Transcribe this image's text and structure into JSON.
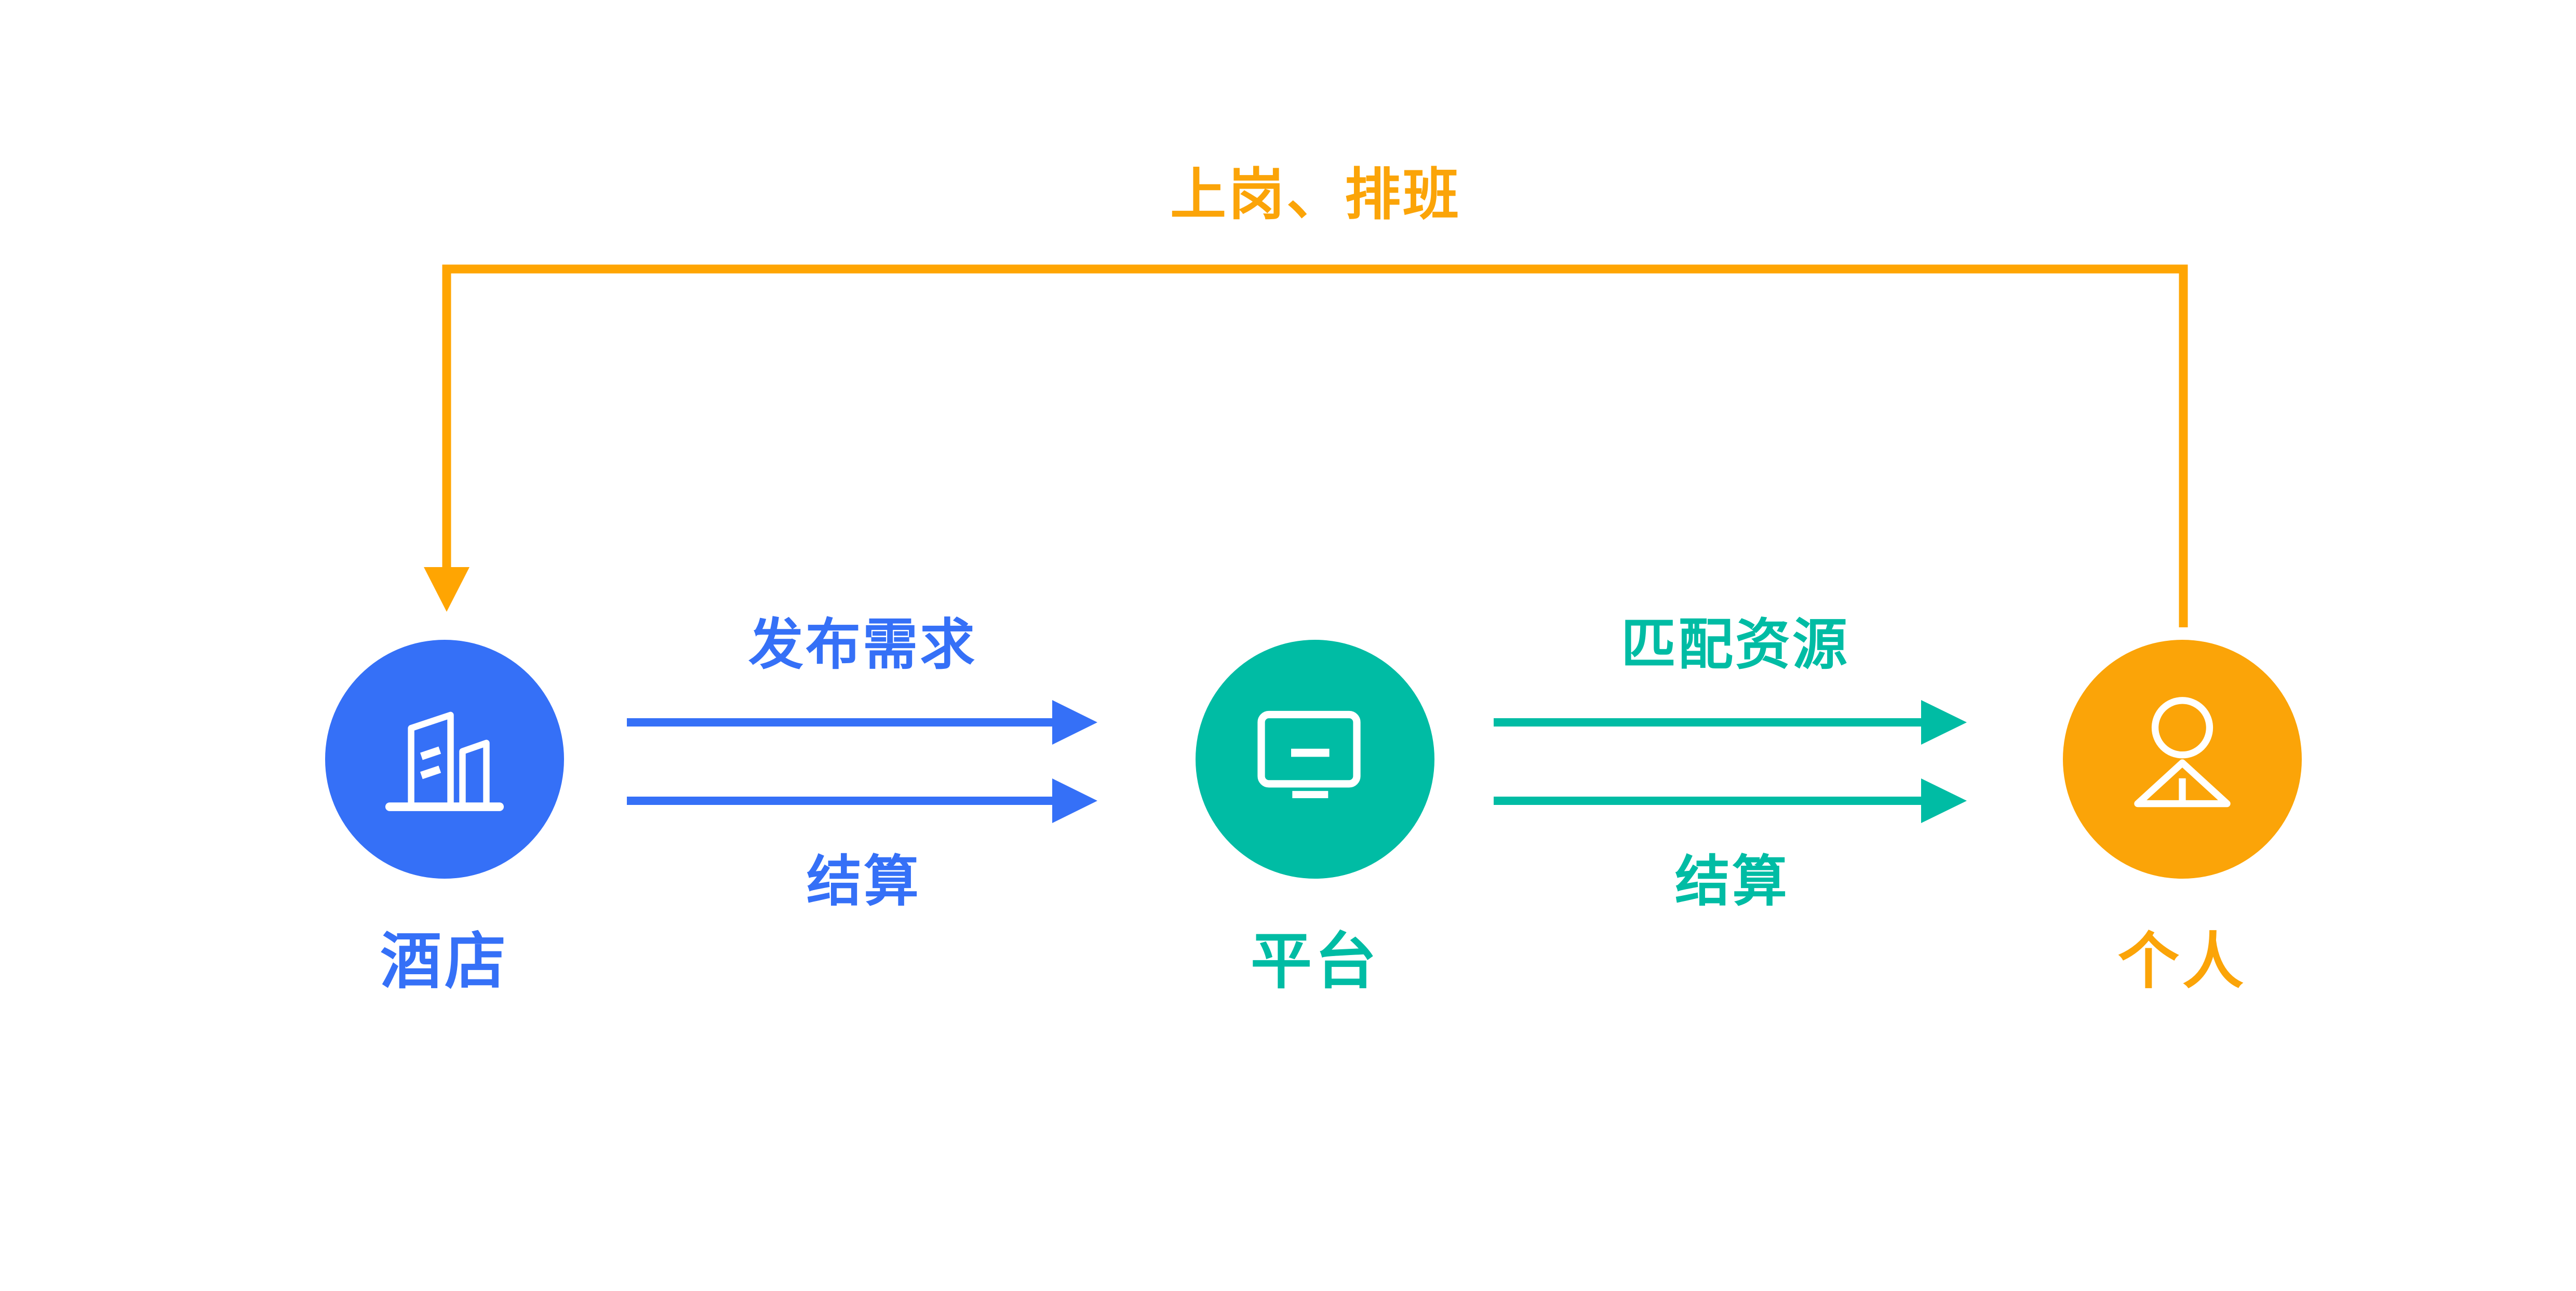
{
  "colors": {
    "blue": "#3570F7",
    "teal": "#00BCA4",
    "orange": "#FBA408",
    "orange_line": "#FFA502",
    "icon_stroke": "#FFFFFF",
    "background": "#FFFFFF"
  },
  "nodes": [
    {
      "id": "hotel",
      "label": "酒店",
      "icon": "building-icon"
    },
    {
      "id": "platform",
      "label": "平台",
      "icon": "monitor-icon"
    },
    {
      "id": "person",
      "label": "个人",
      "icon": "person-icon"
    }
  ],
  "flows": {
    "hotel_to_platform": {
      "top_label": "发布需求",
      "bottom_label": "结算"
    },
    "platform_to_person": {
      "top_label": "匹配资源",
      "bottom_label": "结算"
    },
    "person_to_hotel": {
      "label": "上岗、排班"
    }
  }
}
